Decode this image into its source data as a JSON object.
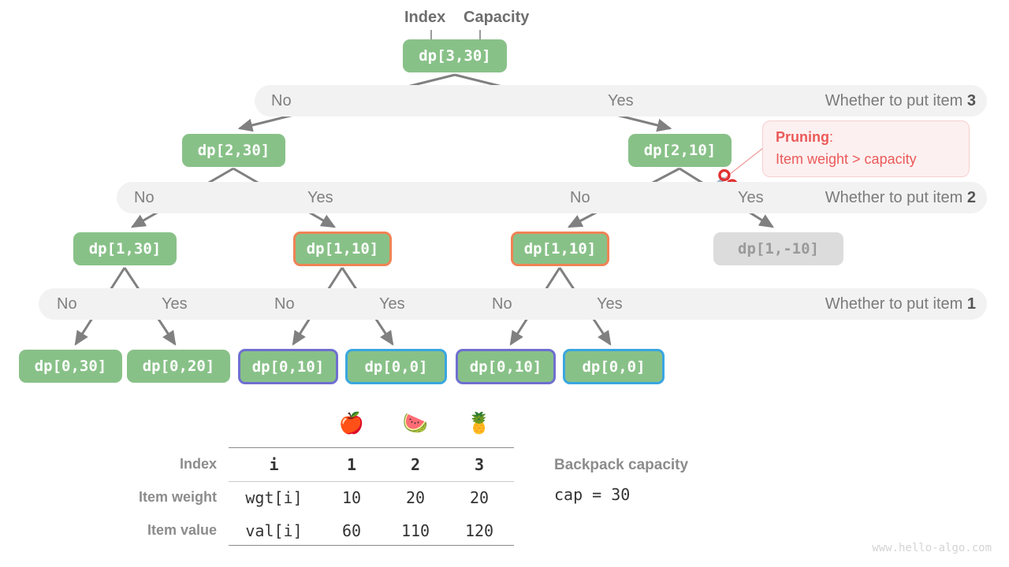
{
  "annotations": {
    "index_label": "Index",
    "capacity_label": "Capacity"
  },
  "tree": {
    "levels": [
      {
        "nodes": [
          {
            "label": "dp[3,30]"
          }
        ]
      },
      {
        "nodes": [
          {
            "label": "dp[2,30]"
          },
          {
            "label": "dp[2,10]"
          }
        ]
      },
      {
        "nodes": [
          {
            "label": "dp[1,30]"
          },
          {
            "label": "dp[1,10]"
          },
          {
            "label": "dp[1,10]"
          },
          {
            "label": "dp[1,-10]"
          }
        ]
      },
      {
        "nodes": [
          {
            "label": "dp[0,30]"
          },
          {
            "label": "dp[0,20]"
          },
          {
            "label": "dp[0,10]"
          },
          {
            "label": "dp[0,0]"
          },
          {
            "label": "dp[0,10]"
          },
          {
            "label": "dp[0,0]"
          }
        ]
      }
    ]
  },
  "decision_bars": [
    {
      "question_prefix": "Whether to put item ",
      "question_item": "3",
      "choices": [
        "No",
        "Yes"
      ]
    },
    {
      "question_prefix": "Whether to put item ",
      "question_item": "2",
      "choices": [
        "No",
        "Yes",
        "No",
        "Yes"
      ]
    },
    {
      "question_prefix": "Whether to put item ",
      "question_item": "1",
      "choices": [
        "No",
        "Yes",
        "No",
        "Yes",
        "No",
        "Yes"
      ]
    }
  ],
  "pruning_callout": {
    "title": "Pruning",
    "colon": ":",
    "reason": "Item weight > capacity"
  },
  "table": {
    "emoji_header": [
      "apple-emoji",
      "watermelon-emoji",
      "pineapple-emoji"
    ],
    "emoji_glyphs": [
      "🍎",
      "🍉",
      "🍍"
    ],
    "rows": [
      {
        "label": "Index",
        "key": "i",
        "values": [
          "1",
          "2",
          "3"
        ]
      },
      {
        "label": "Item weight",
        "key": "wgt[i]",
        "values": [
          "10",
          "20",
          "20"
        ]
      },
      {
        "label": "Item value",
        "key": "val[i]",
        "values": [
          "60",
          "110",
          "120"
        ]
      }
    ]
  },
  "capacity_info": {
    "title": "Backpack capacity",
    "code": "cap = 30"
  },
  "watermark": "www.hello-algo.com",
  "colors": {
    "node_green": "#88c188",
    "node_dim": "#dcdcdc",
    "border_orange": "#ef8354",
    "border_purple": "#6f6fd0",
    "border_blue": "#3aa6e0",
    "bar_gray": "#f2f2f2",
    "pruning_red": "#ea5a5a",
    "edge_gray": "#808080"
  }
}
